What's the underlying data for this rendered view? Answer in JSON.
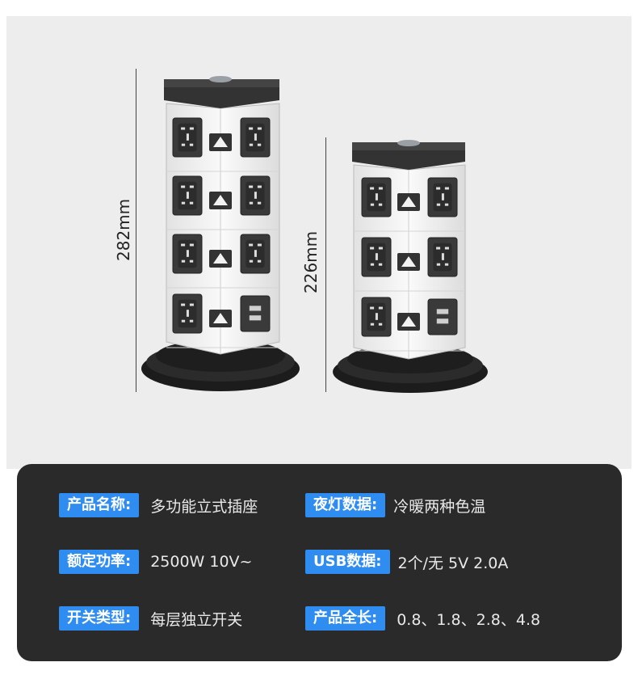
{
  "dimensions": {
    "tall": "282mm",
    "short": "226mm"
  },
  "specs": [
    {
      "label": "产品名称:",
      "value": "多功能立式插座"
    },
    {
      "label": "夜灯数据:",
      "value": "冷暖两种色温"
    },
    {
      "label": "额定功率:",
      "value": "2500W 10V~"
    },
    {
      "label": "USB数据:",
      "value": "2个/无  5V 2.0A"
    },
    {
      "label": "开关类型:",
      "value": "每层独立开关"
    },
    {
      "label": "产品全长:",
      "value": "0.8、1.8、2.8、4.8"
    }
  ],
  "colors": {
    "photo_background": "#ededed",
    "panel": "#2a2a2a",
    "tag": "#2f8cf0",
    "socket_dark": "#3a3a3a",
    "body_white": "#f7f7f7"
  },
  "icons": [
    "outlet-icon",
    "switch-triangle-icon",
    "usb-port-icon",
    "night-light-dome-icon"
  ]
}
